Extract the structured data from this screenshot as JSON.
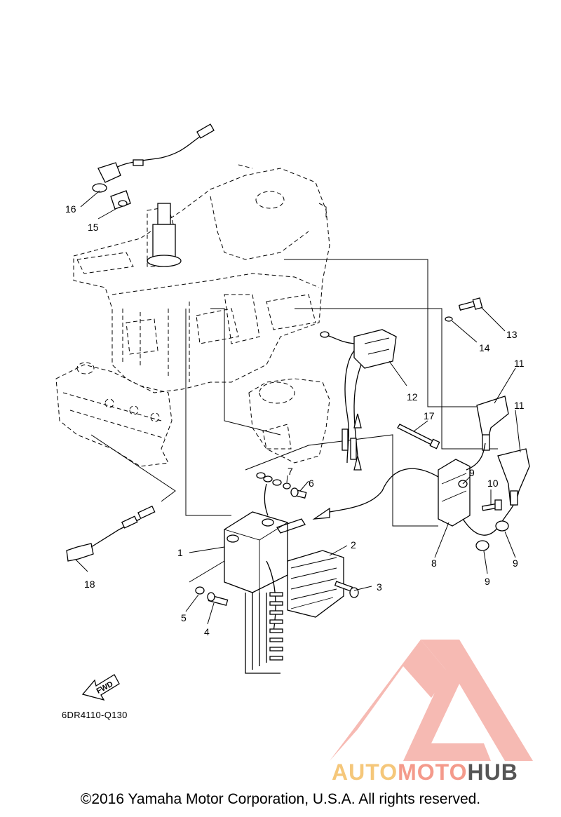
{
  "diagram": {
    "code": "6DR4110-Q130",
    "fwd_label": "FWD",
    "callouts": [
      "1",
      "2",
      "3",
      "4",
      "5",
      "6",
      "7",
      "8",
      "9",
      "9",
      "9",
      "10",
      "11",
      "11",
      "12",
      "13",
      "14",
      "15",
      "16",
      "17",
      "18"
    ]
  },
  "watermark": {
    "brand_part1": "AUTO",
    "brand_part2": "MOTO",
    "brand_part3": "HUB",
    "colors": {
      "auto": "#f5c77a",
      "moto": "#f49a8b",
      "hub": "#555555",
      "logo": "#f4a39a"
    }
  },
  "footer": {
    "copyright": "©2016 Yamaha Motor Corporation, U.S.A. All rights reserved."
  }
}
